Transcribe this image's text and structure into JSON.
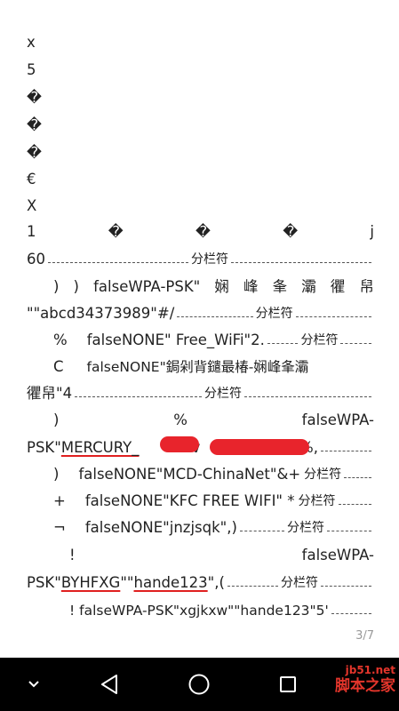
{
  "doc": {
    "l0": "x",
    "l1": "5",
    "l2": "�",
    "l3": "�",
    "l4": "�",
    "l5": "€",
    "l6": "X",
    "l7": [
      "1",
      "�",
      "�",
      "�",
      "j"
    ],
    "l8": [
      "60",
      "分栏符"
    ],
    "l9": [
      ")",
      ")",
      "falseWPA-PSK\"",
      "娴",
      "峰",
      "夆",
      "灞",
      "忂",
      "帠"
    ],
    "l10": [
      "\"\"abcd34373989\"#/",
      "分栏符"
    ],
    "l11": [
      "%",
      "falseNONE\" Free_WiFi\"2.",
      "分栏符"
    ],
    "l12": [
      "C",
      "falseNONE\"鋦剁背鑓最椿-娴峰夆灞"
    ],
    "l13": [
      "忂帠\"4",
      "分栏符"
    ],
    "l14": [
      ")",
      "%",
      "falseWPA-"
    ],
    "l15": [
      "PSK\"",
      "MERCURY_",
      "\"\"",
      "v",
      "\"%,"
    ],
    "l16": [
      ")",
      "falseNONE\"MCD-ChinaNet\"&+",
      "分栏符"
    ],
    "l17": [
      "+",
      "falseNONE\"KFC FREE WIFI\" *",
      "分栏符"
    ],
    "l18": [
      "¬",
      "falseNONE\"jnzjsqk\",)",
      "分栏符"
    ],
    "l19": [
      "!",
      "falseWPA-"
    ],
    "l20": [
      "PSK\"",
      "BYHFXG",
      "\"\"",
      "hande123",
      "\",(",
      "分栏符"
    ],
    "l21": "! falseWPA-PSK\"xgjkxw\"\"hande123\"5'",
    "page_indicator": "3/7"
  },
  "watermark": {
    "site": "jb51.net",
    "name": "脚本之家"
  },
  "nav": {
    "back_icon": "triangle-back-icon",
    "home_icon": "circle-home-icon",
    "recents_icon": "square-recents-icon"
  },
  "colors": {
    "redaction": "#e8242c",
    "underline": "#e02020",
    "nav_bar": "#000000"
  }
}
